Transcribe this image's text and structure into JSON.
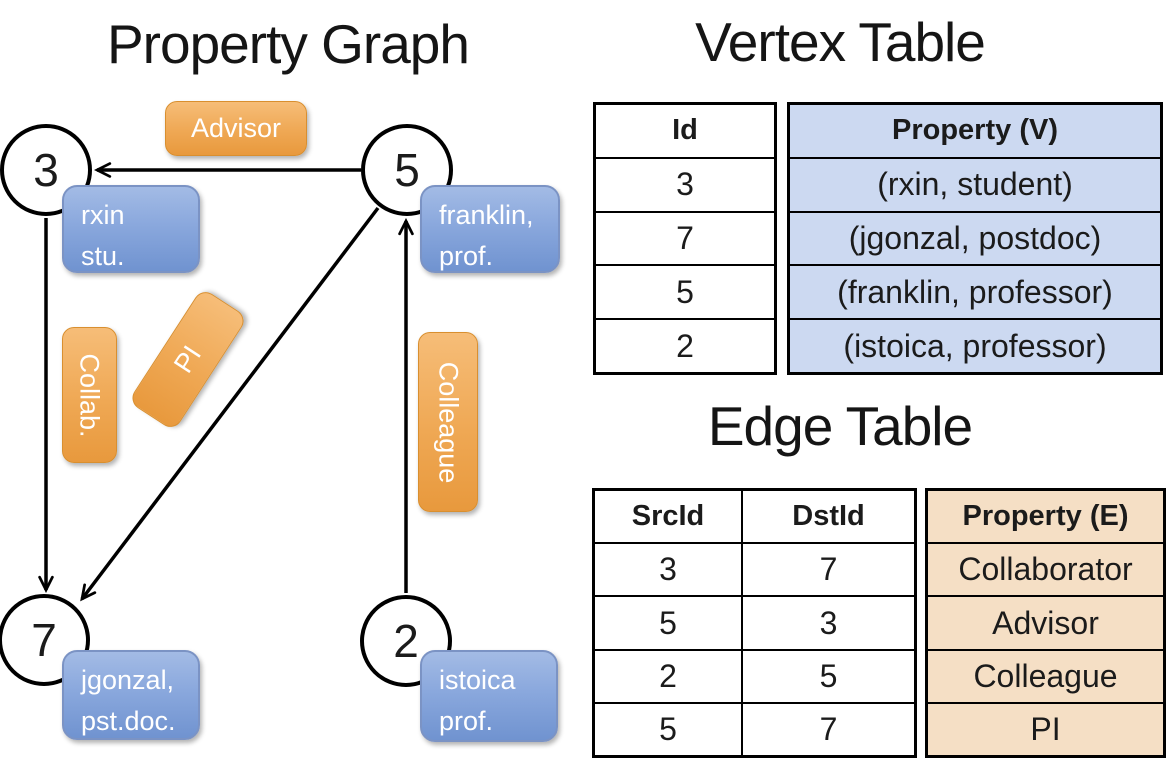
{
  "graph": {
    "title": "Property Graph",
    "vertices": [
      {
        "id": "3",
        "label_lines": [
          "rxin",
          "stu."
        ]
      },
      {
        "id": "5",
        "label_lines": [
          "franklin,",
          "prof."
        ]
      },
      {
        "id": "7",
        "label_lines": [
          "jgonzal,",
          "pst.doc."
        ]
      },
      {
        "id": "2",
        "label_lines": [
          "istoica",
          "prof."
        ]
      }
    ],
    "edge_labels": {
      "advisor": "Advisor",
      "collab": "Collab.",
      "pi": "PI",
      "colleague": "Colleague"
    }
  },
  "vertex_table": {
    "title": "Vertex Table",
    "columns": {
      "id": "Id",
      "property": "Property (V)"
    },
    "rows": [
      {
        "id": "3",
        "property": "(rxin, student)"
      },
      {
        "id": "7",
        "property": "(jgonzal, postdoc)"
      },
      {
        "id": "5",
        "property": "(franklin, professor)"
      },
      {
        "id": "2",
        "property": "(istoica, professor)"
      }
    ]
  },
  "edge_table": {
    "title": "Edge Table",
    "columns": {
      "src": "SrcId",
      "dst": "DstId",
      "property": "Property (E)"
    },
    "rows": [
      {
        "src": "3",
        "dst": "7",
        "property": "Collaborator"
      },
      {
        "src": "5",
        "dst": "3",
        "property": "Advisor"
      },
      {
        "src": "2",
        "dst": "5",
        "property": "Colleague"
      },
      {
        "src": "5",
        "dst": "7",
        "property": "PI"
      }
    ]
  },
  "colors": {
    "edge_label_orange": "#efa854",
    "vertex_label_blue": "#8aa8dd",
    "vertex_property_bg": "#ccd9f1",
    "edge_property_bg": "#f5dfc5",
    "line_black": "#000000"
  }
}
